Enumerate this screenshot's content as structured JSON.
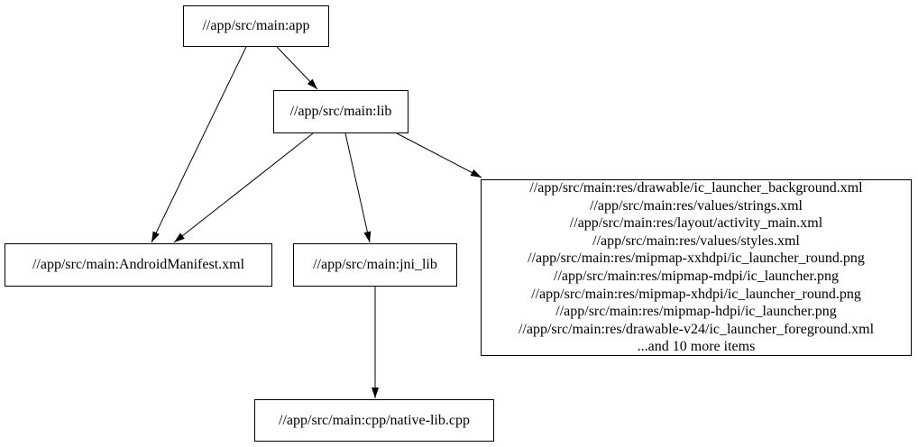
{
  "graph": {
    "nodes": {
      "app": {
        "label": "//app/src/main:app"
      },
      "lib": {
        "label": "//app/src/main:lib"
      },
      "android_manifest": {
        "label": "//app/src/main:AndroidManifest.xml"
      },
      "jni_lib": {
        "label": "//app/src/main:jni_lib"
      },
      "res_group": {
        "lines": [
          "//app/src/main:res/drawable/ic_launcher_background.xml",
          "//app/src/main:res/values/strings.xml",
          "//app/src/main:res/layout/activity_main.xml",
          "//app/src/main:res/values/styles.xml",
          "//app/src/main:res/mipmap-xxhdpi/ic_launcher_round.png",
          "//app/src/main:res/mipmap-mdpi/ic_launcher.png",
          "//app/src/main:res/mipmap-xhdpi/ic_launcher_round.png",
          "//app/src/main:res/mipmap-hdpi/ic_launcher.png",
          "//app/src/main:res/drawable-v24/ic_launcher_foreground.xml",
          "...and 10 more items"
        ]
      },
      "native_lib_cpp": {
        "label": "//app/src/main:cpp/native-lib.cpp"
      }
    },
    "edges": [
      {
        "from": "app",
        "to": "lib"
      },
      {
        "from": "app",
        "to": "android_manifest"
      },
      {
        "from": "lib",
        "to": "android_manifest"
      },
      {
        "from": "lib",
        "to": "jni_lib"
      },
      {
        "from": "lib",
        "to": "res_group"
      },
      {
        "from": "jni_lib",
        "to": "native_lib_cpp"
      }
    ],
    "colors": {
      "background": "#ffffff",
      "node_fill": "#ffffff",
      "node_border": "#000000",
      "edge": "#000000",
      "text": "#000000"
    }
  }
}
